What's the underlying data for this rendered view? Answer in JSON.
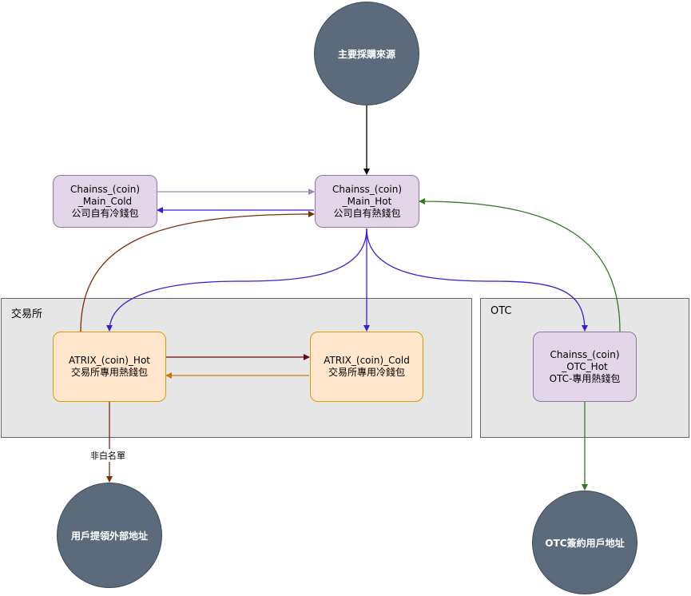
{
  "groups": {
    "exchange": {
      "label": "交易所"
    },
    "otc": {
      "label": "OTC"
    }
  },
  "nodes": {
    "source": {
      "label": "主要採購來源"
    },
    "main_cold": {
      "line1": "Chainss_(coin)",
      "line2": "_Main_Cold",
      "line3": "公司自有冷錢包"
    },
    "main_hot": {
      "line1": "Chainss_(coin)",
      "line2": "_Main_Hot",
      "line3": "公司自有熱錢包"
    },
    "atrix_hot": {
      "line1": "ATRIX_(coin)_Hot",
      "line2": "交易所專用熱錢包"
    },
    "atrix_cold": {
      "line1": "ATRIX_(coin)_Cold",
      "line2": "交易所專用冷錢包"
    },
    "otc_hot": {
      "line1": "Chainss_(coin)",
      "line2": "_OTC_Hot",
      "line3": "OTC-專用熱錢包"
    },
    "user_external": {
      "label": "用戶提領外部地址"
    },
    "otc_user": {
      "label": "OTC簽約用戶地址"
    }
  },
  "edge_labels": {
    "non_whitelist": "非白名單"
  },
  "colors": {
    "black": "#000000",
    "light_purple": "#a680b8",
    "indigo": "#3a1fd1",
    "brown": "#7a2e08",
    "dark_red": "#6b0a0a",
    "amber": "#c77a05",
    "green": "#2f7a1f"
  }
}
